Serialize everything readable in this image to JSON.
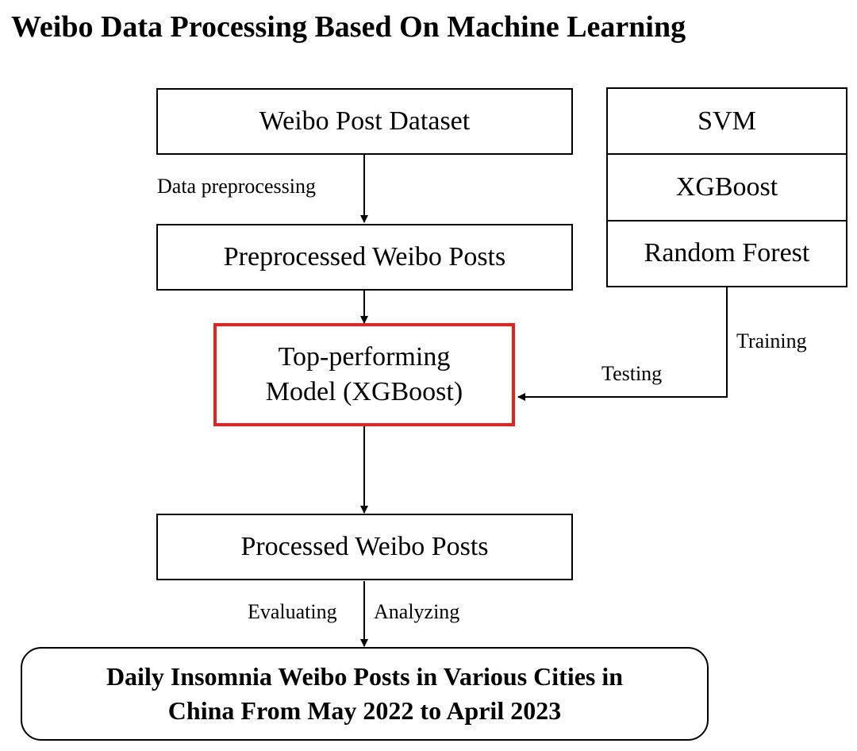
{
  "title": "Weibo Data Processing Based On Machine Learning",
  "nodes": {
    "dataset": "Weibo Post Dataset",
    "preprocessed": "Preprocessed Weibo Posts",
    "model_line1": "Top-performing",
    "model_line2": "Model (XGBoost)",
    "processed": "Processed Weibo Posts",
    "result_line1": "Daily Insomnia Weibo Posts in Various Cities in",
    "result_line2": "China From May 2022 to April 2023",
    "models": [
      "SVM",
      "XGBoost",
      "Random Forest"
    ]
  },
  "edges": {
    "preprocessing": "Data preprocessing",
    "training": "Training",
    "testing": "Testing",
    "evaluating": "Evaluating",
    "analyzing": "Analyzing"
  },
  "colors": {
    "highlight": "#e8221b"
  }
}
